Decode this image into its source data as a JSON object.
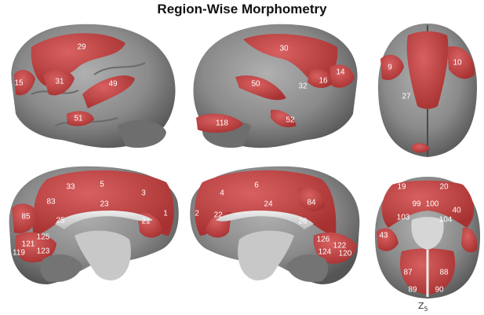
{
  "title": "Region-Wise Morphometry",
  "z_label": "Z",
  "z_subscript": "5",
  "colors": {
    "brain_gray": "#8e8e8e",
    "brain_light": "#b5b5b5",
    "brain_dark": "#5e5e5e",
    "region_red": "#b43c3c",
    "region_bright": "#d55a5a",
    "label": "#ffffff"
  },
  "panels": [
    {
      "id": "lateral-left",
      "labels": [
        "29",
        "15",
        "31",
        "49",
        "51"
      ]
    },
    {
      "id": "lateral-right",
      "labels": [
        "30",
        "14",
        "16",
        "32",
        "50",
        "118",
        "52"
      ]
    },
    {
      "id": "dorsal",
      "labels": [
        "10",
        "9",
        "27"
      ]
    },
    {
      "id": "medial-left",
      "labels": [
        "33",
        "5",
        "3",
        "83",
        "23",
        "85",
        "25",
        "21",
        "1",
        "125",
        "121",
        "123",
        "119"
      ]
    },
    {
      "id": "medial-right",
      "labels": [
        "4",
        "6",
        "84",
        "24",
        "2",
        "22",
        "26",
        "126",
        "122",
        "124",
        "120"
      ]
    },
    {
      "id": "axial",
      "labels": [
        "19",
        "20",
        "99",
        "100",
        "40",
        "103",
        "104",
        "43",
        "87",
        "88",
        "89",
        "90"
      ]
    }
  ]
}
